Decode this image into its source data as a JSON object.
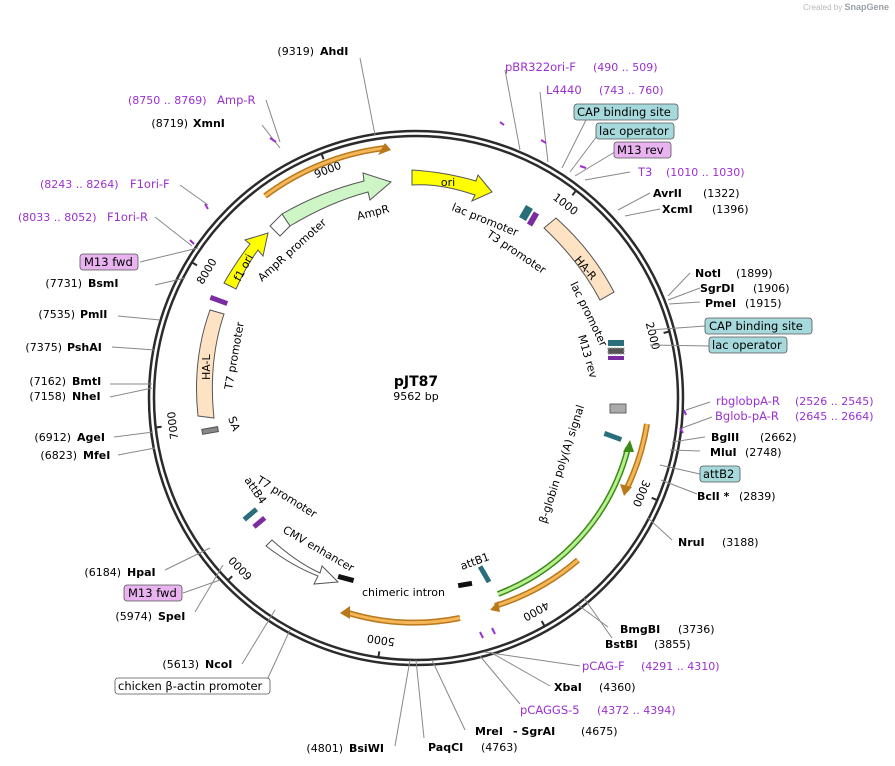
{
  "app": {
    "credit_prefix": "Created by",
    "credit_brand": "SnapGene"
  },
  "plasmid": {
    "name": "pJT87",
    "length_label": "9562 bp",
    "length_bp": 9562
  },
  "ticks": [
    {
      "label": "1000",
      "bp": 1000
    },
    {
      "label": "2000",
      "bp": 2000
    },
    {
      "label": "3000",
      "bp": 3000
    },
    {
      "label": "4000",
      "bp": 4000
    },
    {
      "label": "5000",
      "bp": 5000
    },
    {
      "label": "6000",
      "bp": 6000
    },
    {
      "label": "7000",
      "bp": 7000
    },
    {
      "label": "8000",
      "bp": 8000
    },
    {
      "label": "9000",
      "bp": 9000
    }
  ],
  "sites": [
    {
      "name": "AhdI",
      "pos": "(9319)",
      "side": "left"
    },
    {
      "name": "XmnI",
      "pos": "(8719)",
      "side": "left"
    },
    {
      "name": "BsmI",
      "pos": "(7731)",
      "side": "left"
    },
    {
      "name": "PmlI",
      "pos": "(7535)",
      "side": "left"
    },
    {
      "name": "PshAI",
      "pos": "(7375)",
      "side": "left"
    },
    {
      "name": "BmtI",
      "pos": "(7162)",
      "side": "left"
    },
    {
      "name": "NheI",
      "pos": "(7158)",
      "side": "left"
    },
    {
      "name": "AgeI",
      "pos": "(6912)",
      "side": "left"
    },
    {
      "name": "MfeI",
      "pos": "(6823)",
      "side": "left"
    },
    {
      "name": "HpaI",
      "pos": "(6184)",
      "side": "left"
    },
    {
      "name": "SpeI",
      "pos": "(5974)",
      "side": "left"
    },
    {
      "name": "NcoI",
      "pos": "(5613)",
      "side": "left"
    },
    {
      "name": "BsiWI",
      "pos": "(4801)",
      "side": "left"
    },
    {
      "name": "PaqCI",
      "pos": "(4763)",
      "side": "right"
    },
    {
      "name": "MreI",
      "pos": "",
      "side": "right"
    },
    {
      "name": "- SgrAI",
      "pos": "(4675)",
      "side": "right"
    },
    {
      "name": "XbaI",
      "pos": "(4360)",
      "side": "right"
    },
    {
      "name": "BstBI",
      "pos": "(3855)",
      "side": "right"
    },
    {
      "name": "BmgBI",
      "pos": "(3736)",
      "side": "right"
    },
    {
      "name": "NruI",
      "pos": "(3188)",
      "side": "right"
    },
    {
      "name": "BclI *",
      "pos": "(2839)",
      "side": "right"
    },
    {
      "name": "MluI",
      "pos": "(2748)",
      "side": "right"
    },
    {
      "name": "BglII",
      "pos": "(2662)",
      "side": "right"
    },
    {
      "name": "PmeI",
      "pos": "(1915)",
      "side": "right"
    },
    {
      "name": "SgrDI",
      "pos": "(1906)",
      "side": "right"
    },
    {
      "name": "NotI",
      "pos": "(1899)",
      "side": "right"
    },
    {
      "name": "XcmI",
      "pos": "(1396)",
      "side": "right"
    },
    {
      "name": "AvrII",
      "pos": "(1322)",
      "side": "right"
    }
  ],
  "primers": [
    {
      "name": "pBR322ori-F",
      "range": "(490 .. 509)"
    },
    {
      "name": "L4440",
      "range": "(743 .. 760)"
    },
    {
      "name": "T3",
      "range": "(1010 .. 1030)"
    },
    {
      "name": "Amp-R",
      "range": "(8750 .. 8769)"
    },
    {
      "name": "F1ori-F",
      "range": "(8243 .. 8264)"
    },
    {
      "name": "F1ori-R",
      "range": "(8033 .. 8052)"
    },
    {
      "name": "rbglobpA-R",
      "range": "(2526 .. 2545)"
    },
    {
      "name": "Bglob-pA-R",
      "range": "(2645 .. 2664)"
    },
    {
      "name": "pCAG-F",
      "range": "(4291 .. 4310)"
    },
    {
      "name": "pCAGGS-5",
      "range": "(4372 .. 4394)"
    }
  ],
  "boxed_labels": [
    {
      "text": "CAP binding site",
      "style": "teal"
    },
    {
      "text": "lac operator",
      "style": "teal"
    },
    {
      "text": "M13 rev",
      "style": "pink"
    },
    {
      "text": "CAP binding site",
      "style": "teal"
    },
    {
      "text": "lac operator",
      "style": "teal"
    },
    {
      "text": "attB2",
      "style": "teal"
    },
    {
      "text": "M13 fwd",
      "style": "pink"
    },
    {
      "text": "M13 fwd",
      "style": "pink"
    },
    {
      "text": "chicken β-actin promoter",
      "style": "white"
    }
  ],
  "features": {
    "ori": "ori",
    "ampr": "AmpR",
    "ampr_promoter": "AmpR promoter",
    "f1_ori": "f1 ori",
    "lac_promoter_1": "lac promoter",
    "t3_promoter": "T3 promoter",
    "ha_r": "HA-R",
    "lac_promoter_2": "lac promoter",
    "m13_rev": "M13 rev",
    "t7_promoter_1": "T7 promoter",
    "ha_l": "HA-L",
    "sa": "SA",
    "globin_signal": "β-globin poly(A) signal",
    "attb1": "attB1",
    "chimeric_intron": "chimeric intron",
    "cmv_enhancer": "CMV enhancer",
    "t7_promoter_2": "T7 promoter",
    "attb4": "attB4"
  },
  "colors": {
    "backbone": "#2b2b2b",
    "ori": "#ffff00",
    "ampr": "#cdf5c6",
    "homology_arm": "#fde2c4",
    "orf_orange": "#e59a2a",
    "orf_green": "#58b82c",
    "primer": "#9b30d0",
    "box_teal": "#a6d9dc",
    "box_pink": "#e8b3ef"
  }
}
